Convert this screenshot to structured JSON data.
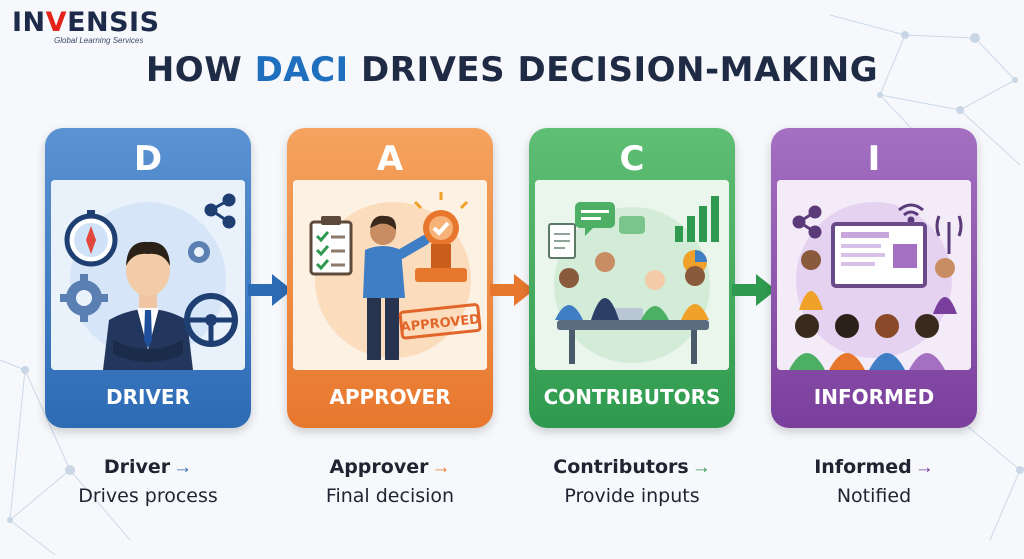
{
  "brand": {
    "name_left": "IN",
    "name_v": "V",
    "name_right": "ENSIS",
    "tagline": "Global Learning Services"
  },
  "title": {
    "pre": "HOW",
    "accent": "DACI",
    "post": "DRIVES DECISION-MAKING"
  },
  "roles": [
    {
      "letter": "D",
      "role": "DRIVER",
      "name": "Driver",
      "description": "Drives process",
      "color": "#2d6bb5",
      "light": "#5b93d3"
    },
    {
      "letter": "A",
      "role": "APPROVER",
      "name": "Approver",
      "description": "Final decision",
      "color": "#e8772e",
      "light": "#f5a35f"
    },
    {
      "letter": "C",
      "role": "CONTRIBUTORS",
      "name": "Contributors",
      "description": "Provide inputs",
      "color": "#2f9a4f",
      "light": "#5fbf74"
    },
    {
      "letter": "I",
      "role": "INFORMED",
      "name": "Informed",
      "description": "Notified",
      "color": "#7a3f9c",
      "light": "#a470c2"
    }
  ],
  "arrow_glyph": "→",
  "stamp_text": "APPROVED",
  "icons": {
    "driver": [
      "compass-icon",
      "gear-icon",
      "share-icon",
      "steering-wheel-icon"
    ],
    "approver": [
      "clipboard-checklist-icon",
      "approval-stamp-icon",
      "sparkle-icon"
    ],
    "contributors": [
      "chat-bubbles-icon",
      "bar-chart-icon",
      "document-icon"
    ],
    "informed": [
      "presentation-board-icon",
      "wifi-icon",
      "broadcast-icon",
      "share-icon"
    ]
  }
}
